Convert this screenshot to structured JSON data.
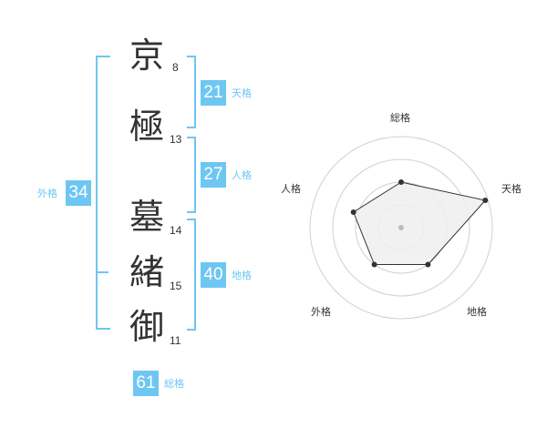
{
  "name_chars": [
    {
      "char": "京",
      "strokes": "8"
    },
    {
      "char": "極",
      "strokes": "13"
    },
    {
      "char": "墓",
      "strokes": "14"
    },
    {
      "char": "緒",
      "strokes": "15"
    },
    {
      "char": "御",
      "strokes": "11"
    }
  ],
  "fortune": {
    "tenkaku": {
      "value": "21",
      "label": "天格"
    },
    "jinkaku": {
      "value": "27",
      "label": "人格"
    },
    "chikaku": {
      "value": "40",
      "label": "地格"
    },
    "gaikaku": {
      "value": "34",
      "label": "外格"
    },
    "soukaku": {
      "value": "61",
      "label": "総格"
    }
  },
  "chart_data": {
    "type": "radar",
    "axes": [
      "総格",
      "天格",
      "地格",
      "外格",
      "人格"
    ],
    "values": [
      0.5,
      0.97,
      0.5,
      0.5,
      0.55
    ],
    "rings": 4,
    "colors": {
      "fill": "#eeeeee",
      "stroke": "#333333",
      "ring": "#d0d0d0",
      "center": "#bbbbbb"
    }
  },
  "colors": {
    "accent": "#6ec6f2",
    "text": "#333333"
  }
}
